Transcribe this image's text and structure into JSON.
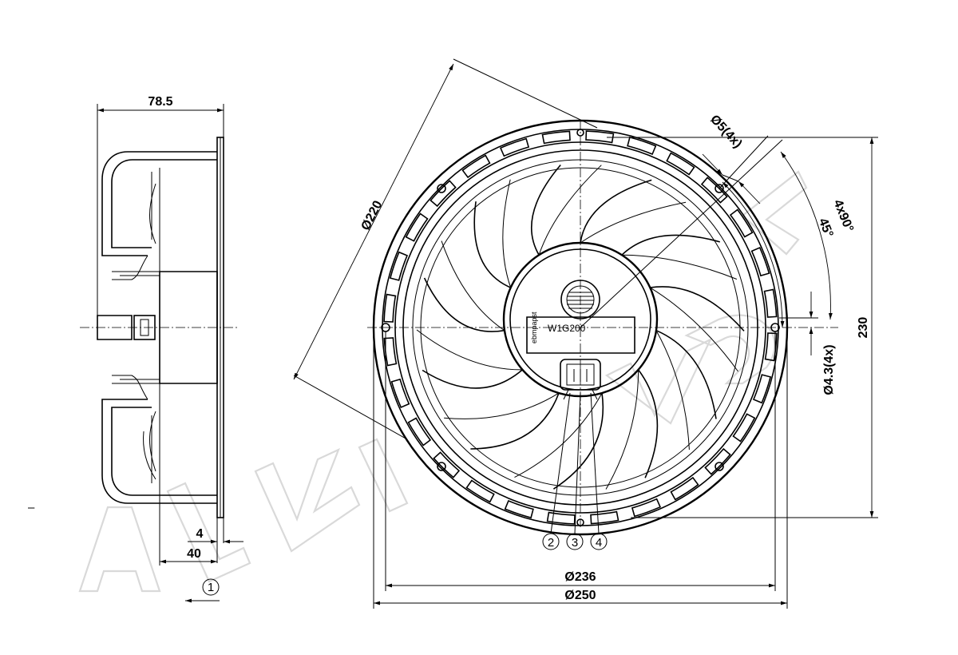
{
  "side_view": {
    "depth_overall": "78.5",
    "flange_thickness": "4",
    "offset_depth": "40",
    "airflow_callout": "1"
  },
  "front_view": {
    "impeller_diameter": "Ø220",
    "mount_hole_diameter": "Ø5(4x)",
    "hole_pattern_spacing": "4x90°",
    "hole_angle": "45°",
    "slot_hole_diameter": "Ø4.3(4x)",
    "overall_height": "230",
    "hole_circle_diameter": "Ø236",
    "outer_diameter": "Ø250",
    "hub_brand": "ebmpapst",
    "hub_model": "W1G200",
    "callouts": [
      "2",
      "3",
      "4"
    ]
  },
  "side_left_mark": "–"
}
